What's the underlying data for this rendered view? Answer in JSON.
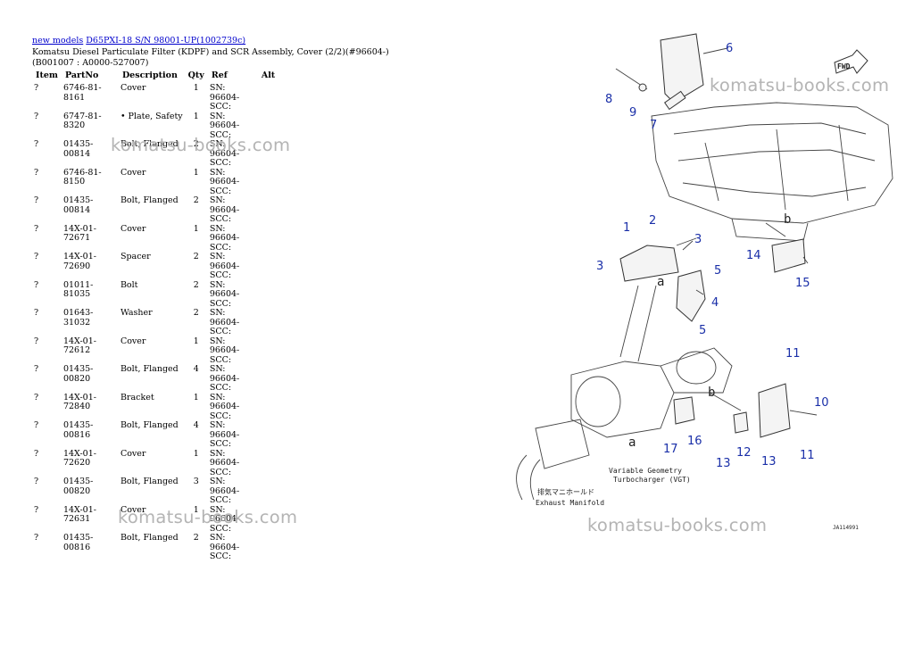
{
  "breadcrumb": {
    "link1": "new models",
    "link2": "D65PXI-18 S/N 98001-UP(1002739c)"
  },
  "page_title": "Komatsu Diesel Particulate Filter (KDPF) and SCR Assembly, Cover (2/2)(#96604-)(B001007 : A0000-527007)",
  "table": {
    "headers": [
      "Item",
      "PartNo",
      "Description",
      "Qty",
      "Ref",
      "Alt"
    ],
    "rows": [
      {
        "item": "?",
        "part": "6746-81-8161",
        "desc": "Cover",
        "qty": "1",
        "ref": "SN: 96604-SCC:"
      },
      {
        "item": "?",
        "part": "6747-81-8320",
        "desc": "• Plate, Safety",
        "qty": "1",
        "ref": "SN: 96604-SCC:"
      },
      {
        "item": "?",
        "part": "01435-00814",
        "desc": "Bolt, Flanged",
        "qty": "2",
        "ref": "SN: 96604-SCC:"
      },
      {
        "item": "?",
        "part": "6746-81-8150",
        "desc": "Cover",
        "qty": "1",
        "ref": "SN: 96604-SCC:"
      },
      {
        "item": "?",
        "part": "01435-00814",
        "desc": "Bolt, Flanged",
        "qty": "2",
        "ref": "SN: 96604-SCC:"
      },
      {
        "item": "?",
        "part": "14X-01-72671",
        "desc": "Cover",
        "qty": "1",
        "ref": "SN: 96604-SCC:"
      },
      {
        "item": "?",
        "part": "14X-01-72690",
        "desc": "Spacer",
        "qty": "2",
        "ref": "SN: 96604-SCC:"
      },
      {
        "item": "?",
        "part": "01011-81035",
        "desc": "Bolt",
        "qty": "2",
        "ref": "SN: 96604-SCC:"
      },
      {
        "item": "?",
        "part": "01643-31032",
        "desc": "Washer",
        "qty": "2",
        "ref": "SN: 96604-SCC:"
      },
      {
        "item": "?",
        "part": "14X-01-72612",
        "desc": "Cover",
        "qty": "1",
        "ref": "SN: 96604-SCC:"
      },
      {
        "item": "?",
        "part": "01435-00820",
        "desc": "Bolt, Flanged",
        "qty": "4",
        "ref": "SN: 96604-SCC:"
      },
      {
        "item": "?",
        "part": "14X-01-72840",
        "desc": "Bracket",
        "qty": "1",
        "ref": "SN: 96604-SCC:"
      },
      {
        "item": "?",
        "part": "01435-00816",
        "desc": "Bolt, Flanged",
        "qty": "4",
        "ref": "SN: 96604-SCC:"
      },
      {
        "item": "?",
        "part": "14X-01-72620",
        "desc": "Cover",
        "qty": "1",
        "ref": "SN: 96604-SCC:"
      },
      {
        "item": "?",
        "part": "01435-00820",
        "desc": "Bolt, Flanged",
        "qty": "3",
        "ref": "SN: 96604-SCC:"
      },
      {
        "item": "?",
        "part": "14X-01-72631",
        "desc": "Cover",
        "qty": "1",
        "ref": "SN: 96604-SCC:"
      },
      {
        "item": "?",
        "part": "01435-00816",
        "desc": "Bolt, Flanged",
        "qty": "2",
        "ref": "SN: 96604-SCC:"
      }
    ]
  },
  "watermark": "komatsu-books.com",
  "diagram": {
    "callouts": [
      "1",
      "2",
      "3",
      "3",
      "4",
      "5",
      "5",
      "6",
      "7",
      "8",
      "9",
      "10",
      "11",
      "11",
      "12",
      "13",
      "13",
      "14",
      "15",
      "16",
      "17"
    ],
    "letters": [
      "a",
      "a",
      "b",
      "b"
    ],
    "fwd_label": "FWD",
    "vgt_label": [
      "Variable Geometry",
      "Turbocharger (VGT)"
    ],
    "manifold_label": [
      "排気マニホールド",
      "Exhaust Manifold"
    ],
    "code": "JA114991",
    "accent_color": "#1a2fa8"
  }
}
